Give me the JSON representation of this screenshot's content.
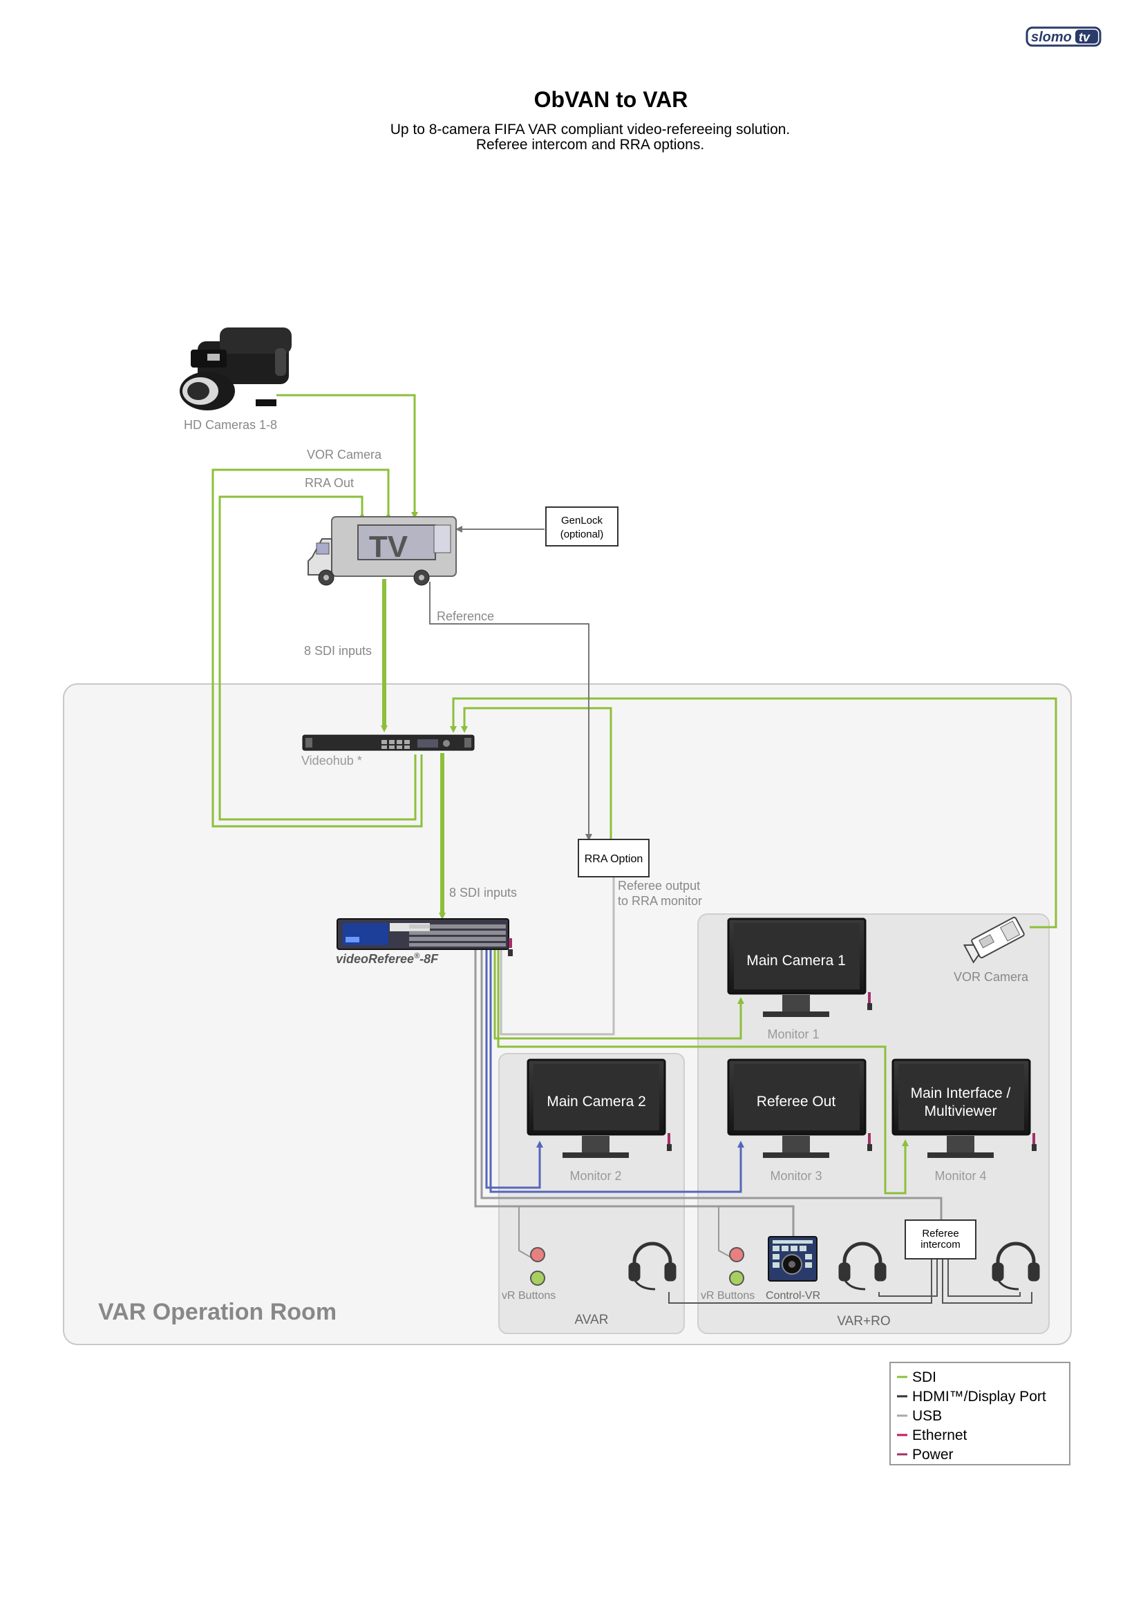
{
  "logo": {
    "text_a": "slomo",
    "text_b": "tv"
  },
  "header": {
    "title": "ObVAN to VAR",
    "subtitle_1": "Up to 8-camera FIFA VAR compliant video-refereeing solution.",
    "subtitle_2": "Referee intercom and RRA options."
  },
  "labels": {
    "hd_cameras": "HD Cameras 1-8",
    "vor_camera_top": "VOR Camera",
    "rra_out": "RRA Out",
    "genlock_1": "GenLock",
    "genlock_2": "(optional)",
    "reference": "Reference",
    "sdi_inputs_1": "8 SDI inputs",
    "videohub": "Videohub *",
    "rra_option": "RRA Option",
    "sdi_inputs_2": "8 SDI inputs",
    "referee_output_1": "Referee output",
    "referee_output_2": "to RRA monitor",
    "video_referee_main": "videoReferee",
    "video_referee_sup": "®",
    "video_referee_suffix": "-8F",
    "vor_camera_room": "VOR Camera",
    "referee_intercom_1": "Referee",
    "referee_intercom_2": "intercom",
    "vr_buttons_avar": "vR Buttons",
    "vr_buttons_var": "vR Buttons",
    "control_vr": "Control-VR",
    "var_operation_room": "VAR Operation Room",
    "avar": "AVAR",
    "var_ro": "VAR+RO"
  },
  "monitors": [
    {
      "screen_1": "Main Camera 1",
      "screen_2": "",
      "caption": "Monitor 1"
    },
    {
      "screen_1": "Main Camera 2",
      "screen_2": "",
      "caption": "Monitor 2"
    },
    {
      "screen_1": "Referee Out",
      "screen_2": "",
      "caption": "Monitor 3"
    },
    {
      "screen_1": "Main Interface /",
      "screen_2": "Multiviewer",
      "caption": "Monitor 4"
    }
  ],
  "legend": {
    "items": [
      {
        "label": "SDI",
        "color": "#8dbf3a"
      },
      {
        "label": "HDMI™/Display Port",
        "color": "#333333"
      },
      {
        "label": "USB",
        "color": "#aaaaaa"
      },
      {
        "label": "Ethernet",
        "color": "#c2185b"
      },
      {
        "label": "Power",
        "color": "#a0306a"
      }
    ]
  },
  "colors": {
    "sdi": "#8dbf3a",
    "hdmi": "#333333",
    "usb": "#aaaaaa",
    "blue": "#5566bb",
    "reference": "#777777"
  }
}
